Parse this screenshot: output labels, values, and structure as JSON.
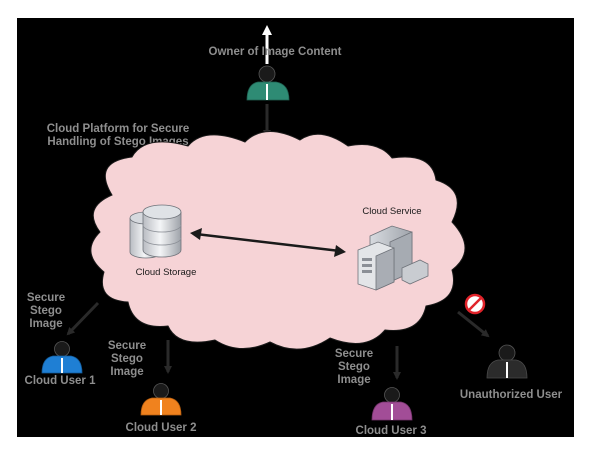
{
  "owner": {
    "label": "Owner of Image Content",
    "color": "#2e8b74"
  },
  "cloud_platform": {
    "title_line1": "Cloud Platform for Secure",
    "title_line2": "Handling of Stego Images",
    "fill_color": "#f6d3d6"
  },
  "cloud_storage": {
    "label": "Cloud Storage",
    "icon": "database-cylinders-icon"
  },
  "cloud_service": {
    "label": "Cloud Service",
    "icon": "server-tower-icon"
  },
  "transfer_labels": {
    "left": [
      "Secure",
      "Stego",
      "Image"
    ],
    "middle": [
      "Secure",
      "Stego",
      "Image"
    ],
    "right": [
      "Secure",
      "Stego",
      "Image"
    ]
  },
  "users": [
    {
      "label": "Cloud User 1",
      "color": "#1f7fd4"
    },
    {
      "label": "Cloud User 2",
      "color": "#f0821e"
    },
    {
      "label": "Cloud User 3",
      "color": "#a24d97"
    },
    {
      "label": "Unauthorized User",
      "color": "#2b2b2b"
    }
  ],
  "blocked_icon": {
    "icon": "no-entry-icon",
    "color": "#e0232a"
  }
}
